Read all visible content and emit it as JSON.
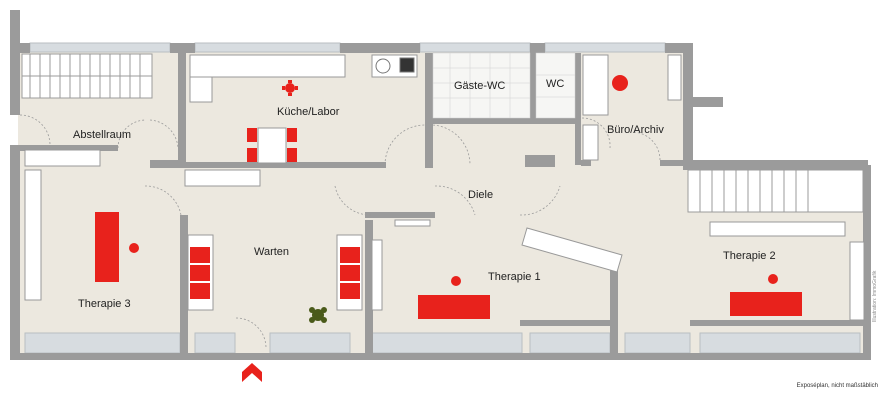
{
  "plan": {
    "rooms": {
      "abstellraum": "Abstellraum",
      "kueche": "Küche/Labor",
      "gaeste_wc": "Gäste-WC",
      "wc": "WC",
      "buero": "Büro/Archiv",
      "diele": "Diele",
      "warten": "Warten",
      "therapie1": "Therapie 1",
      "therapie2": "Therapie 2",
      "therapie3": "Therapie 3"
    },
    "footnote": "Exposéplan, nicht maßstäblich",
    "watermark": "Illustration: ImmoGrafik"
  },
  "colors": {
    "wall": "#9b9b9b",
    "floor": "#ece8df",
    "furniture": "#e8221c",
    "window": "#d7dce0"
  }
}
